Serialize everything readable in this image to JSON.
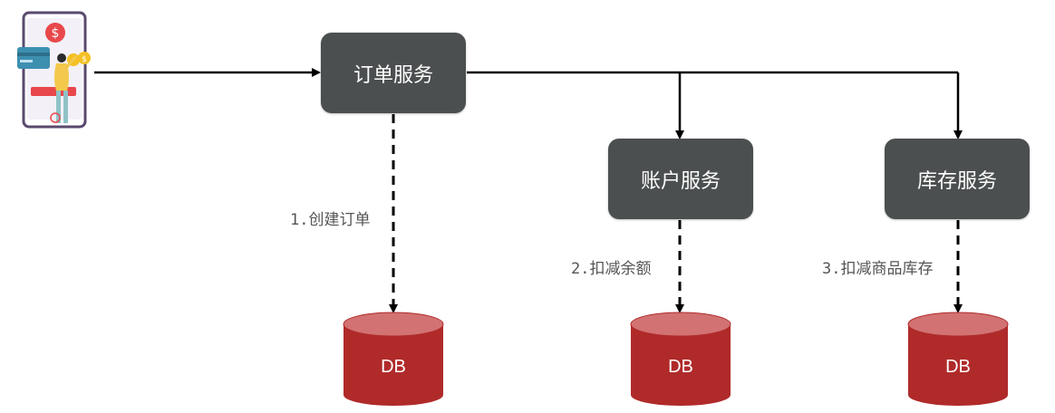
{
  "services": {
    "order": "订单服务",
    "account": "账户服务",
    "storage": "库存服务"
  },
  "steps": {
    "create_order": "1.创建订单",
    "deduct_balance": "2.扣减余额",
    "deduct_stock": "3.扣减商品库存"
  },
  "databases": {
    "order_db": "DB",
    "account_db": "DB",
    "storage_db": "DB"
  },
  "icons": {
    "client": "mobile-payment-user-icon"
  },
  "colors": {
    "service_box": "#4b4f4f",
    "db_body": "#b02a2a",
    "db_top": "#d27272",
    "line": "#000000"
  }
}
